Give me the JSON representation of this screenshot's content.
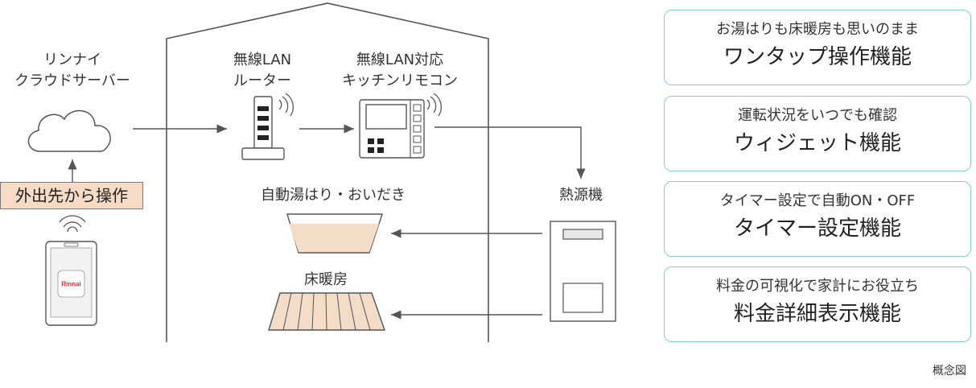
{
  "server": {
    "line1": "リンナイ",
    "line2": "クラウドサーバー"
  },
  "phone": {
    "brand": "Rinnai"
  },
  "callout": "外出先から操作",
  "router": {
    "line1": "無線LAN",
    "line2": "ルーター"
  },
  "remote": {
    "line1": "無線LAN対応",
    "line2": "キッチンリモコン"
  },
  "heater": "熱源機",
  "bath": "自動湯はり・おいだき",
  "floor": "床暖房",
  "features": [
    {
      "sub": "お湯はりも床暖房も思いのまま",
      "main": "ワンタップ操作機能"
    },
    {
      "sub": "運転状況をいつでも確認",
      "main": "ウィジェット機能"
    },
    {
      "sub": "タイマー設定で自動ON・OFF",
      "main": "タイマー設定機能"
    },
    {
      "sub": "料金の可視化で家計にお役立ち",
      "main": "料金詳細表示機能"
    }
  ],
  "note": "概念図",
  "colors": {
    "accent_border": "#7fcfcf",
    "callout_fill": "#f6dcc6",
    "tub_fill": "#f3dcc8",
    "line": "#555555"
  }
}
